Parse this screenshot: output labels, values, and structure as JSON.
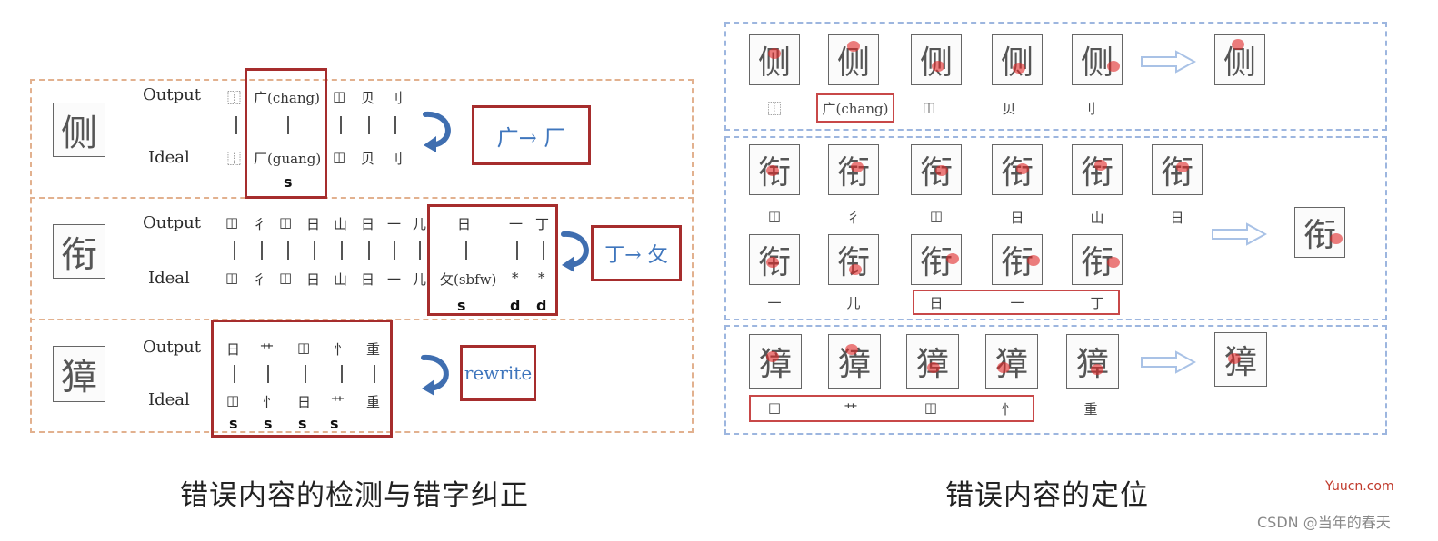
{
  "left_panel": {
    "rows": [
      {
        "char": "侧",
        "output_label": "Output",
        "ideal_label": "Ideal",
        "output_seq": [
          "⿰",
          "广(chang)",
          "◫",
          "贝",
          "刂"
        ],
        "ideal_seq": [
          "⿰",
          "厂(guang)",
          "◫",
          "贝",
          "刂"
        ],
        "ops": "s",
        "correction": "广→ 厂"
      },
      {
        "char": "衔",
        "output_label": "Output",
        "ideal_label": "Ideal",
        "output_seq": [
          "◫",
          "彳",
          "◫",
          "日",
          "山",
          "日",
          "一",
          "儿",
          "日",
          "一",
          "丁"
        ],
        "ideal_seq": [
          "◫",
          "彳",
          "◫",
          "日",
          "山",
          "日",
          "一",
          "儿",
          "攵(sbfw)",
          "*",
          "*"
        ],
        "ops": [
          "s",
          "d",
          "d"
        ],
        "correction": "丁→ 攵"
      },
      {
        "char": "獐",
        "output_label": "Output",
        "ideal_label": "Ideal",
        "output_seq": [
          "日",
          "⺾",
          "◫",
          "忄",
          "重"
        ],
        "ideal_seq": [
          "◫",
          "忄",
          "日",
          "⺾",
          "重"
        ],
        "ops": [
          "s",
          "s",
          "s",
          "s"
        ],
        "correction": "rewrite"
      }
    ],
    "caption": "错误内容的检测与错字纠正"
  },
  "right_panel": {
    "row1": {
      "char": "侧",
      "labels": [
        "⿰",
        "广(chang)",
        "◫",
        "贝",
        "刂"
      ]
    },
    "row2": {
      "char": "衔",
      "labels_top": [
        "◫",
        "彳",
        "◫",
        "日",
        "山",
        "日"
      ],
      "labels_bottom": [
        "一",
        "儿",
        "日",
        "一",
        "丁"
      ]
    },
    "row3": {
      "char": "獐",
      "labels": [
        "□",
        "⺾",
        "◫",
        "忄",
        "重"
      ]
    },
    "caption": "错误内容的定位"
  },
  "watermark": {
    "site": "Yuucn.com",
    "author": "CSDN @当年的春天"
  }
}
